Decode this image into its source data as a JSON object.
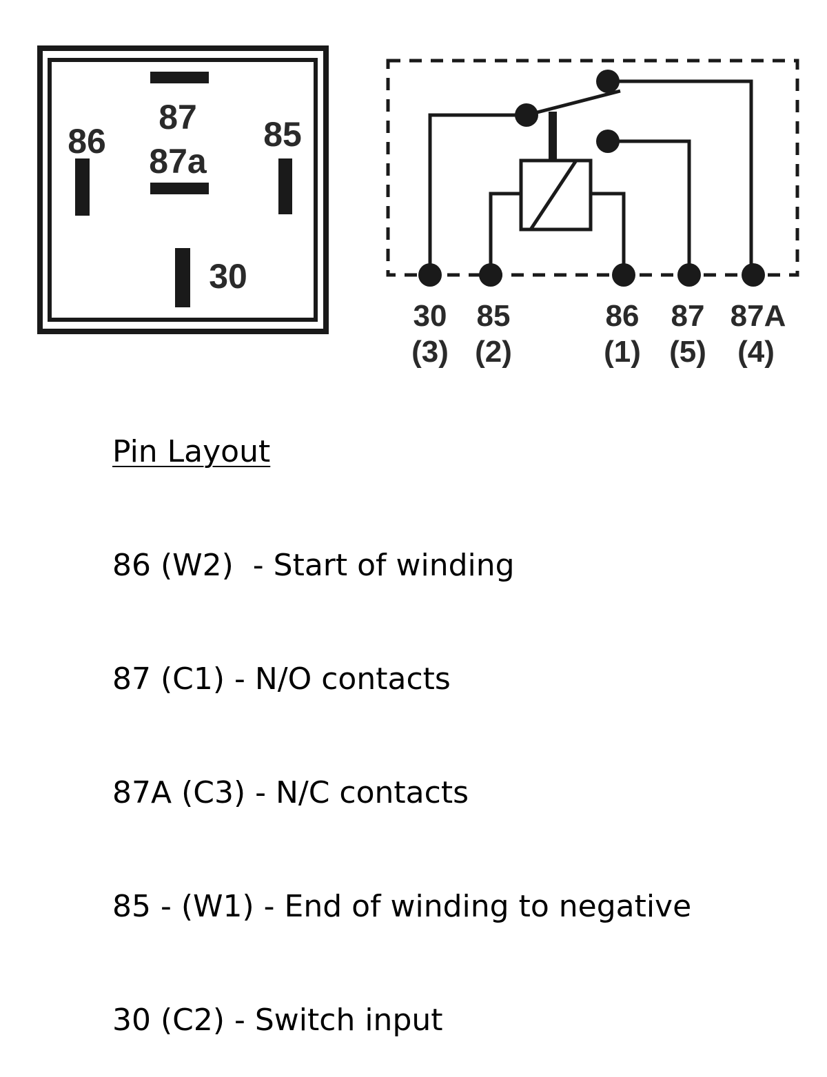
{
  "footprint": {
    "pins": {
      "p86": "86",
      "p87": "87",
      "p87a": "87a",
      "p85": "85",
      "p30": "30"
    }
  },
  "schematic": {
    "pins": [
      {
        "id": "30",
        "num": "(3)"
      },
      {
        "id": "85",
        "num": "(2)"
      },
      {
        "id": "86",
        "num": "(1)"
      },
      {
        "id": "87",
        "num": "(5)"
      },
      {
        "id": "87A",
        "num": "(4)"
      }
    ]
  },
  "legend": {
    "title": "Pin Layout",
    "lines": [
      "86 (W2)  - Start of winding",
      "87 (C1) - N/O contacts",
      "87A (C3) - N/C contacts",
      "85 - (W1) - End of winding to negative",
      "30 (C2) - Switch input"
    ]
  }
}
